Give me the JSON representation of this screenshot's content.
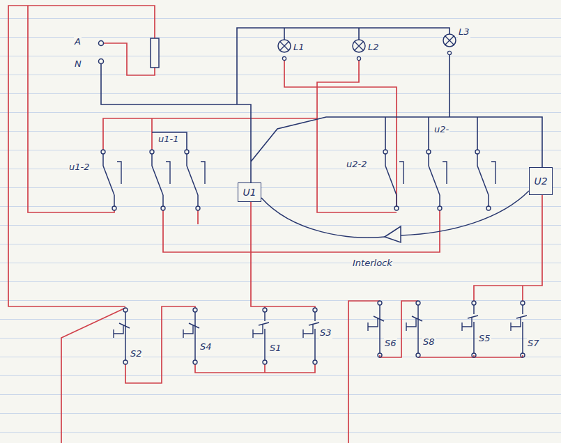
{
  "diagram": {
    "nodes": [
      {
        "text": [
          "U1"
        ]
      },
      {
        "text": [
          "U2"
        ]
      }
    ],
    "edges": [
      {
        "from": 0,
        "to": 1,
        "arrow": "none"
      }
    ],
    "labels": [
      "A",
      "N",
      "L1",
      "L2",
      "L3",
      "u1-2",
      "u1-1",
      "u2-2",
      "u2-",
      "Interlock",
      "S2",
      "S4",
      "S1",
      "S3",
      "S6",
      "S8",
      "S5",
      "S7"
    ]
  }
}
